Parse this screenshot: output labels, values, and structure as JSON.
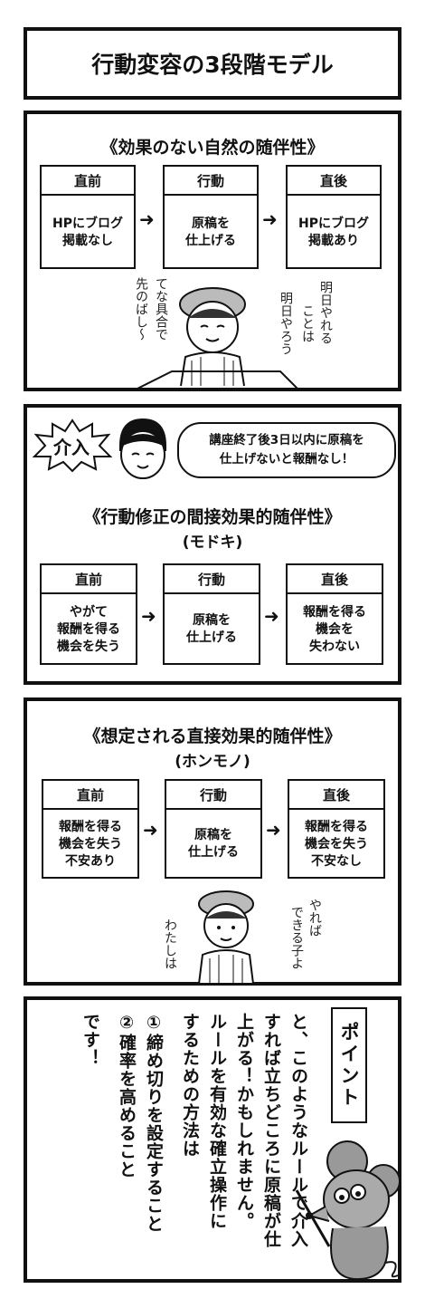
{
  "title": "行動変容の3段階モデル",
  "panel1": {
    "heading": "《効果のない自然の随伴性》",
    "boxes": [
      {
        "head": "直前",
        "body": "HPにブログ\n掲載なし"
      },
      {
        "head": "行動",
        "body": "原稿を\n仕上げる"
      },
      {
        "head": "直後",
        "body": "HPにブログ\n掲載あり"
      }
    ],
    "speech_left": "先のばし〜",
    "speech_left2": "てな具合で",
    "speech_right1": "明日やれる",
    "speech_right2": "ことは",
    "speech_right3": "明日やろう"
  },
  "panel2": {
    "intervention_label": "介入",
    "bubble": "講座終了後3日以内に原稿を\n仕上げないと報酬なし！",
    "heading": "《行動修正の間接効果的随伴性》",
    "subheading": "(モドキ)",
    "boxes": [
      {
        "head": "直前",
        "body": "やがて\n報酬を得る\n機会を失う"
      },
      {
        "head": "行動",
        "body": "原稿を\n仕上げる"
      },
      {
        "head": "直後",
        "body": "報酬を得る\n機会を\n失わない"
      }
    ]
  },
  "panel3": {
    "heading": "《想定される直接効果的随伴性》",
    "subheading": "(ホンモノ)",
    "boxes": [
      {
        "head": "直前",
        "body": "報酬を得る\n機会を失う\n不安あり"
      },
      {
        "head": "行動",
        "body": "原稿を\n仕上げる"
      },
      {
        "head": "直後",
        "body": "報酬を得る\n機会を失う\n不安なし"
      }
    ],
    "speech_left": "わたしは",
    "speech_right1": "やれば",
    "speech_right2": "できる子よ"
  },
  "panel4": {
    "point_label": "ポイント",
    "columns": [
      "と、このようなルールで介入",
      "すれば立ちどころに原稿が仕",
      "上がる！かもしれません。",
      "ルールを有効な確立操作に",
      "するための方法は",
      "①締め切りを設定すること",
      "②確率を高めること",
      "です！"
    ]
  }
}
